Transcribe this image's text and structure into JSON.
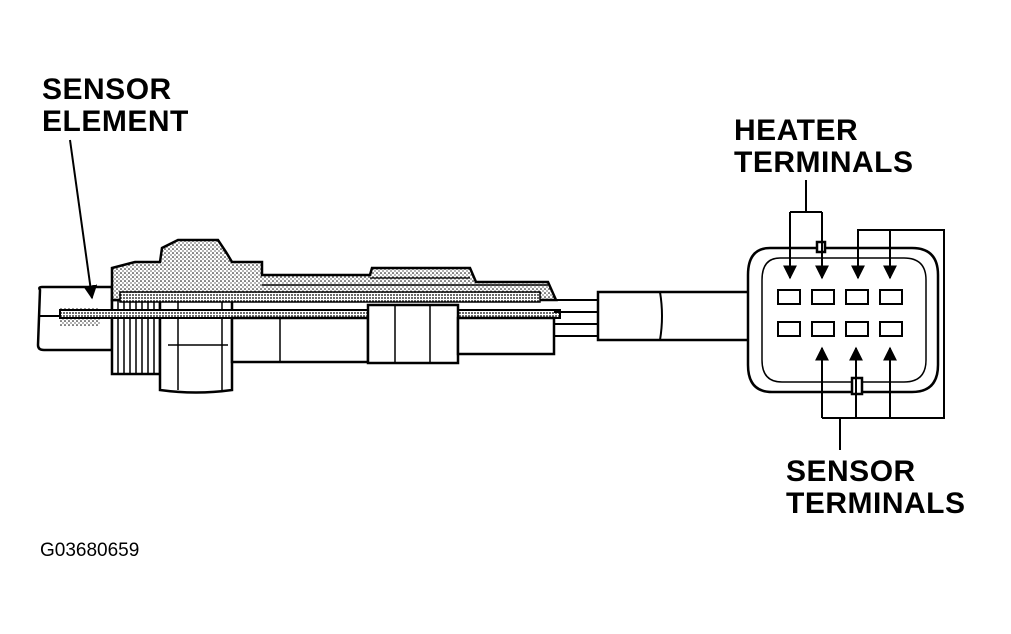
{
  "labels": {
    "sensor_element": [
      "SENSOR",
      "ELEMENT"
    ],
    "heater_terminals": [
      "HEATER",
      "TERMINALS"
    ],
    "sensor_terminals": [
      "SENSOR",
      "TERMINALS"
    ]
  },
  "figure_code": "G03680659"
}
